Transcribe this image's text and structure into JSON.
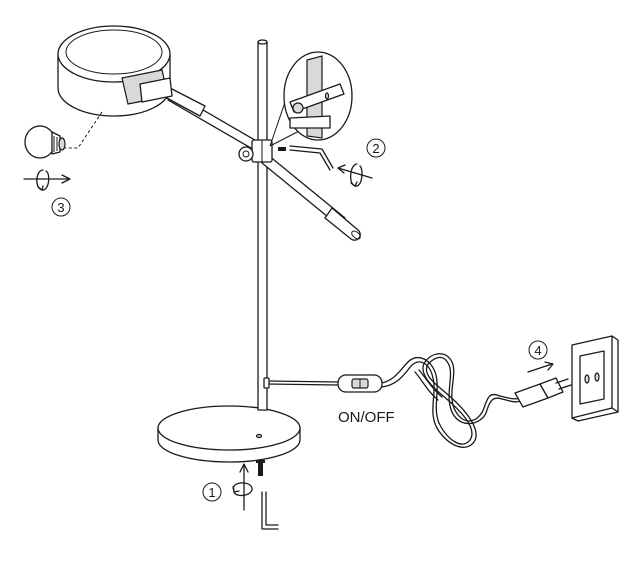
{
  "diagram": {
    "switch_label": "ON/OFF",
    "steps": [
      {
        "number": "1"
      },
      {
        "number": "2"
      },
      {
        "number": "3"
      },
      {
        "number": "4"
      }
    ],
    "colors": {
      "line": "#1a1a1a",
      "shade": "#d9d9d9",
      "background": "#ffffff"
    },
    "icons": [
      "lamp-head",
      "light-bulb",
      "hex-key",
      "screw",
      "wall-socket",
      "eu-plug",
      "rotate-arrow"
    ]
  }
}
